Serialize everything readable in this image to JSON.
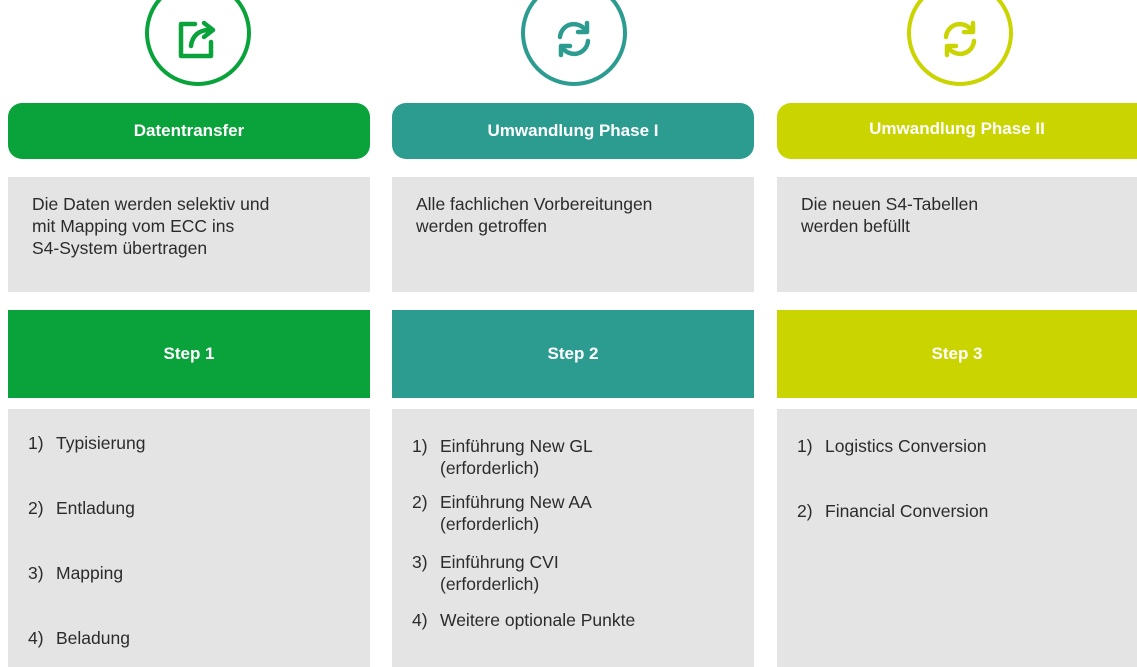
{
  "columns": [
    {
      "header": "Datentransfer",
      "color": "#0aa23b",
      "icon": "export-arrow-icon",
      "description_lines": [
        "Die Daten werden selektiv und",
        "mit Mapping vom ECC ins",
        "S4-System übertragen"
      ],
      "step": "Step 1",
      "items": [
        {
          "num": "1)",
          "lines": [
            "Typisierung"
          ]
        },
        {
          "num": "2)",
          "lines": [
            "Entladung"
          ]
        },
        {
          "num": "3)",
          "lines": [
            "Mapping"
          ]
        },
        {
          "num": "4)",
          "lines": [
            "Beladung"
          ]
        }
      ]
    },
    {
      "header": "Umwandlung Phase I",
      "color": "#2c9c90",
      "icon": "refresh-icon",
      "description_lines": [
        "Alle fachlichen Vorbereitungen",
        "werden getroffen"
      ],
      "step": "Step 2",
      "items": [
        {
          "num": "1)",
          "lines": [
            "Einführung New GL",
            "(erforderlich)"
          ]
        },
        {
          "num": "2)",
          "lines": [
            "Einführung New AA",
            "(erforderlich)"
          ]
        },
        {
          "num": "3)",
          "lines": [
            "Einführung CVI",
            "(erforderlich)"
          ]
        },
        {
          "num": "4)",
          "lines": [
            "Weitere optionale Punkte"
          ]
        }
      ]
    },
    {
      "header": "Umwandlung Phase II",
      "color": "#cad400",
      "icon": "refresh-icon",
      "description_lines": [
        "Die neuen S4-Tabellen",
        "werden befüllt"
      ],
      "step": "Step 3",
      "items": [
        {
          "num": "1)",
          "lines": [
            "Logistics Conversion"
          ]
        },
        {
          "num": "2)",
          "lines": [
            "Financial Conversion"
          ]
        }
      ]
    }
  ]
}
